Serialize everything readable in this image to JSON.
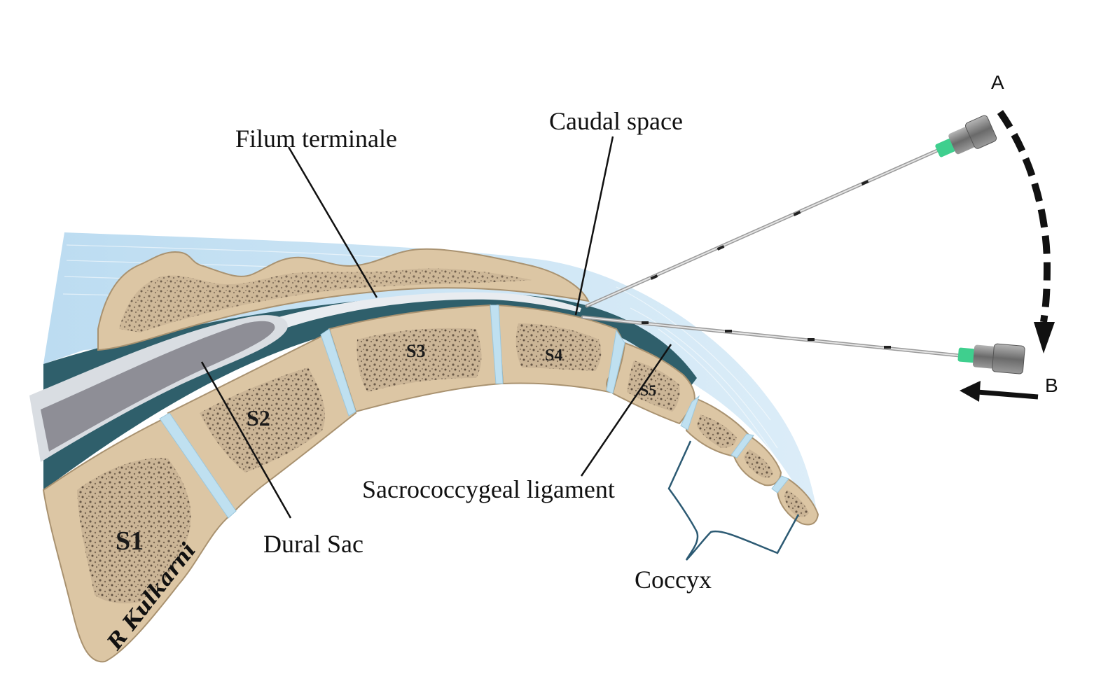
{
  "labels": {
    "filum_terminale": "Filum terminale",
    "caudal_space": "Caudal space",
    "dural_sac": "Dural Sac",
    "sacrococcygeal_ligament": "Sacrococcygeal ligament",
    "coccyx": "Coccyx",
    "pos_a": "A",
    "pos_b": "B"
  },
  "vertebrae": {
    "s1": "S1",
    "s2": "S2",
    "s3": "S3",
    "s4": "S4",
    "s5": "S5"
  },
  "signature": "R Kulkarni",
  "colors": {
    "bone": "#dcc6a4",
    "bone_outline": "#a99270",
    "cancellous_dot": "#6b5a48",
    "soft_tissue": "#cfe6f5",
    "canal_teal": "#2f5f6b",
    "dura_grey": "#8e8e96",
    "dura_edge": "#d9dde2",
    "needle_hub_green": "#3fcf8e",
    "needle_hub_grey": "#7b7b7b",
    "leader_line": "#111111",
    "coccyx_bracket": "#2c5a73"
  }
}
